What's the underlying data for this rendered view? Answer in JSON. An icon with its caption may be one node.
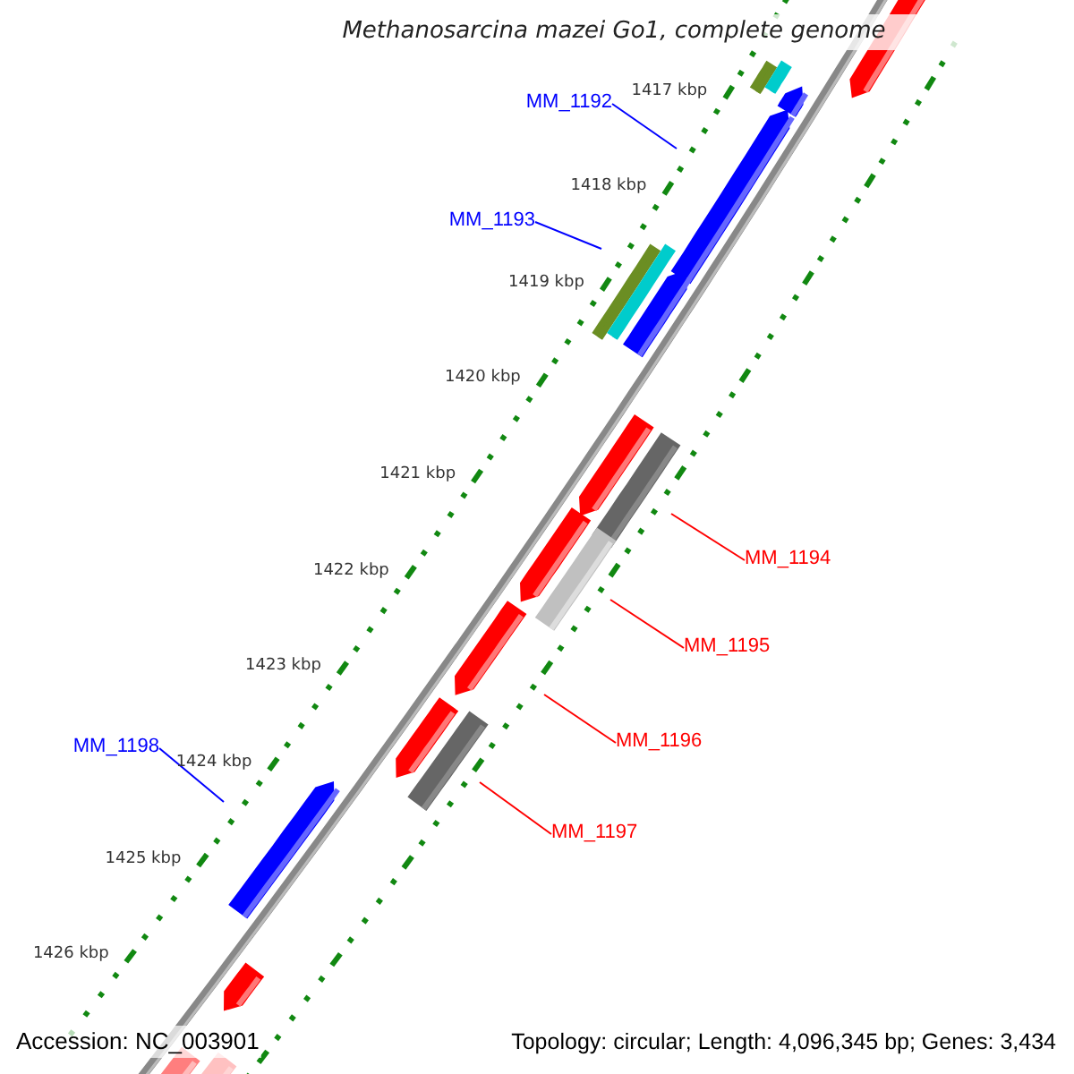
{
  "diagram": {
    "title": "Methanosarcina mazei Go1, complete genome",
    "nodes": [
      {
        "text": [
          "MM_1192"
        ]
      },
      {
        "text": [
          "MM_1193"
        ]
      },
      {
        "text": [
          "MM_1194"
        ]
      },
      {
        "text": [
          "MM_1195"
        ]
      },
      {
        "text": [
          "MM_1196"
        ]
      },
      {
        "text": [
          "MM_1197"
        ]
      },
      {
        "text": [
          "MM_1198"
        ]
      }
    ],
    "edges": [
      {
        "from": 0,
        "to": null,
        "arrow": "none",
        "color": "#0000ff"
      },
      {
        "from": 1,
        "to": null,
        "arrow": "none",
        "color": "#0000ff"
      },
      {
        "from": 2,
        "to": null,
        "arrow": "none"
      },
      {
        "from": 3,
        "to": null,
        "arrow": "none"
      },
      {
        "from": 4,
        "to": null,
        "arrow": "none"
      },
      {
        "from": 5,
        "to": null,
        "arrow": "none"
      },
      {
        "from": 6,
        "to": null,
        "arrow": "none",
        "color": "#0000ff"
      }
    ],
    "labels": [
      "1417 kbp",
      "1418 kbp",
      "1419 kbp",
      "1420 kbp",
      "1421 kbp",
      "1422 kbp",
      "1423 kbp",
      "1424 kbp",
      "1425 kbp",
      "1426 kbp",
      "Accession: NC_003901",
      "Topology: circular; Length: 4,096,345 bp; Genes: 3,434"
    ]
  }
}
